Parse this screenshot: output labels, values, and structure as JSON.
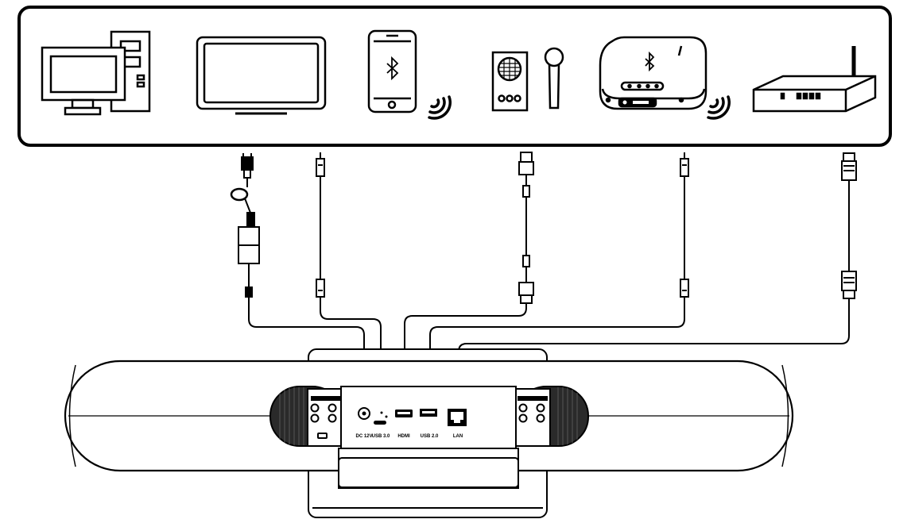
{
  "devices": [
    {
      "name": "pc",
      "icon": "desktop-computer-icon"
    },
    {
      "name": "display",
      "icon": "tv-monitor-icon"
    },
    {
      "name": "phone",
      "icon": "smartphone-bluetooth-icon",
      "wireless": true
    },
    {
      "name": "speaker-mic",
      "icon": "speaker-microphone-icon"
    },
    {
      "name": "speakerphone",
      "icon": "bluetooth-speakerphone-icon",
      "wireless": true
    },
    {
      "name": "router",
      "icon": "network-router-icon"
    }
  ],
  "cables": [
    {
      "name": "power-adapter-cable",
      "icon": "power-adapter-icon"
    },
    {
      "name": "usb-c-cable",
      "icon": "usb-c-cable-icon"
    },
    {
      "name": "hdmi-cable",
      "icon": "hdmi-cable-icon"
    },
    {
      "name": "usb-a-cable",
      "icon": "usb-a-cable-icon"
    },
    {
      "name": "lan-cable",
      "icon": "ethernet-cable-icon"
    }
  ],
  "ports": {
    "dc": "DC 12V",
    "usb_c": "USB 3.0",
    "hdmi": "HDMI",
    "usb_a": "USB 2.0",
    "lan": "LAN"
  },
  "colors": {
    "stroke": "#000000",
    "background": "#ffffff",
    "grille": "#2a2a2a"
  }
}
